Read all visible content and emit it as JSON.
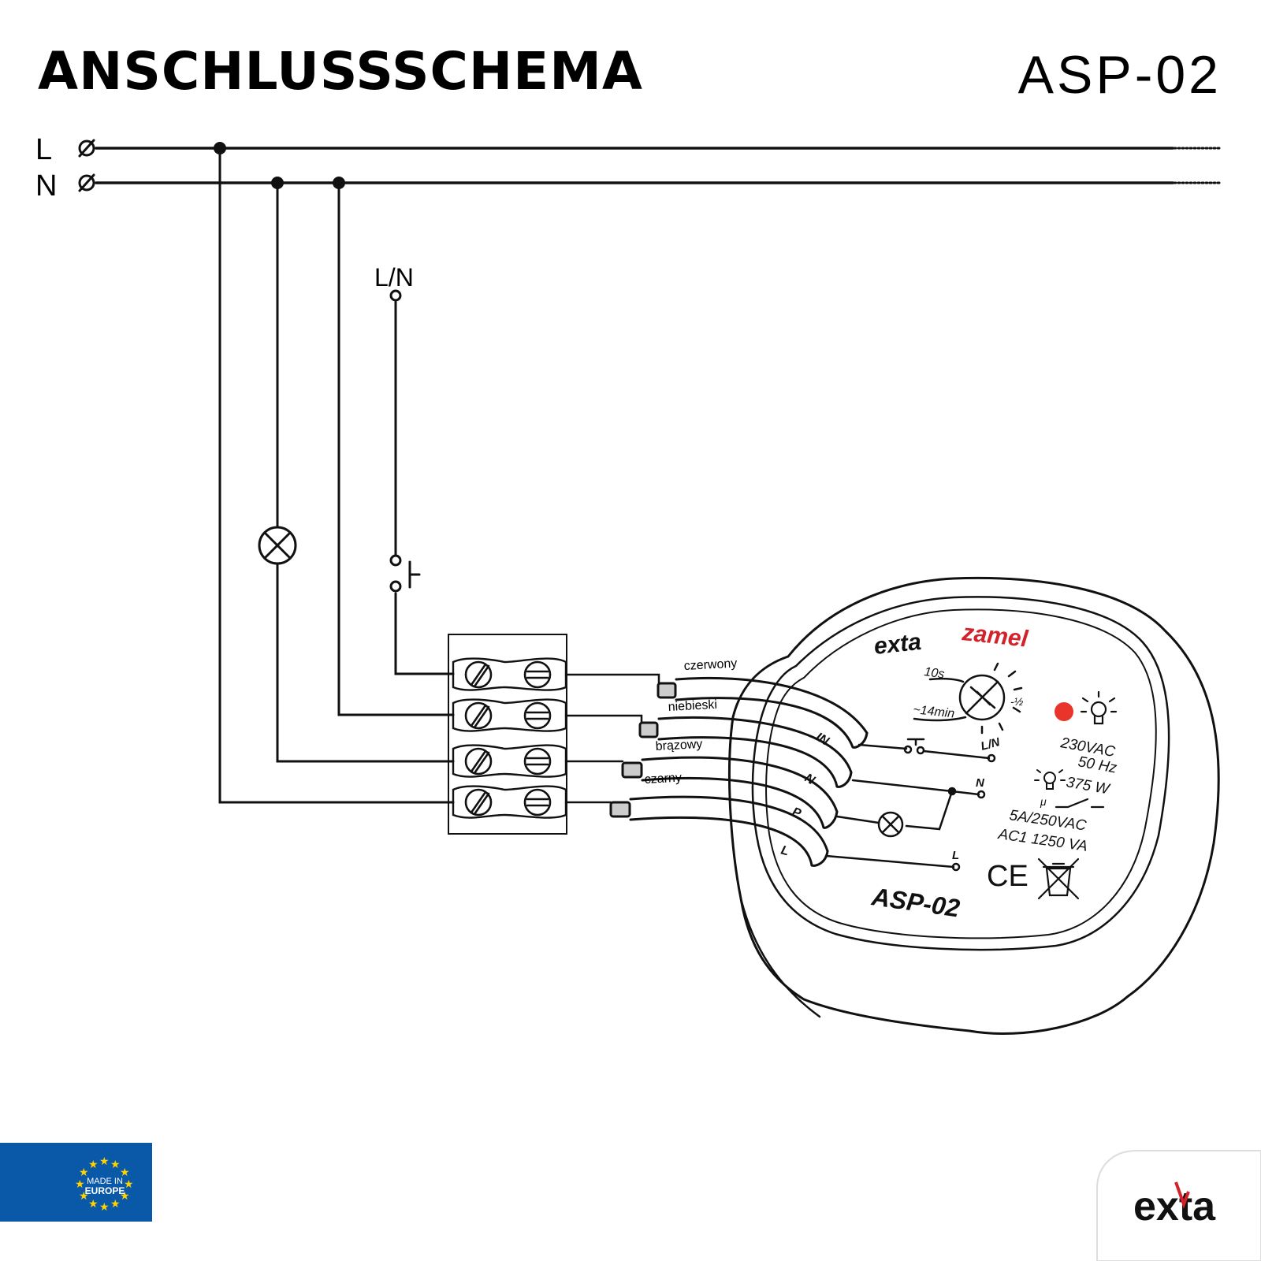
{
  "header": {
    "title": "ANSCHLUSSSCHEMA",
    "model": "ASP-02"
  },
  "rails": {
    "l_label": "L",
    "n_label": "N"
  },
  "switch": {
    "label": "L/N"
  },
  "wires": [
    "czerwony",
    "niebieski",
    "brązowy",
    "czarny"
  ],
  "device": {
    "brand_left": "exta",
    "brand_right": "zamel",
    "dial_min": "10s",
    "dial_max": "~14min",
    "dial_side": "-½",
    "voltage": "230VAC",
    "frequency": "50 Hz",
    "power": "375 W",
    "current": "5A/250VAC",
    "ac1": "AC1 1250 VA",
    "model": "ASP-02",
    "terminal_ln_in": "IN",
    "terminal_n": "N",
    "terminal_p": "P",
    "terminal_l": "L",
    "out_ln": "L/N",
    "out_n": "N",
    "out_l": "L",
    "contact_mu": "μ",
    "ce_mark": "CE"
  },
  "footer": {
    "badge_line1": "MADE IN",
    "badge_line2": "EUROPE",
    "logo": "exta"
  },
  "colors": {
    "line": "#111111",
    "eu_blue": "#0a58a8",
    "eu_star": "#ffd200",
    "accent_red": "#d2232a"
  }
}
